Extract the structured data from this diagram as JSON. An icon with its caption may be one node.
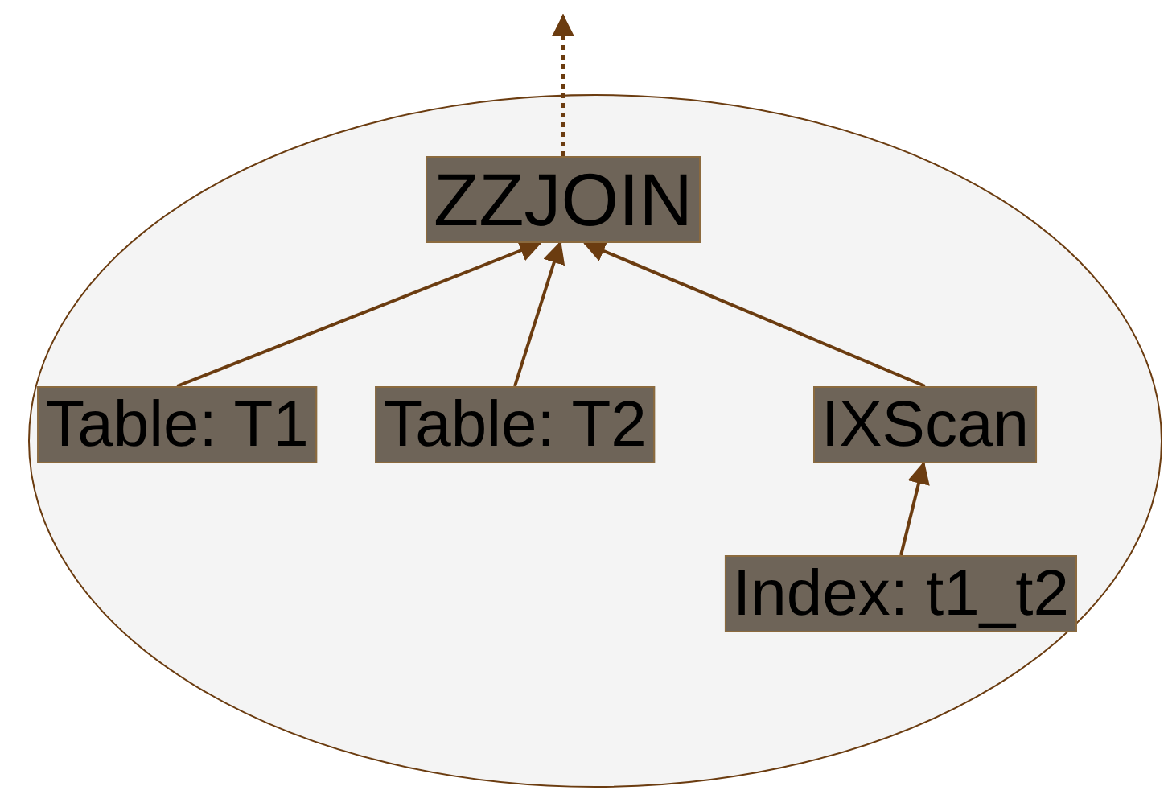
{
  "diagram": {
    "nodes": [
      {
        "text": [],
        "shape": "ellipse"
      },
      {
        "text": [
          "ZZJOIN"
        ],
        "in": 0
      },
      {
        "text": [
          "Table: T1"
        ],
        "in": 0
      },
      {
        "text": [
          "Table: T2"
        ],
        "in": 0
      },
      {
        "text": [
          "IXScan"
        ],
        "in": 0
      },
      {
        "text": [
          "Index: t1_t2"
        ],
        "in": 0
      }
    ],
    "edges": [
      {
        "from": 1,
        "to": null,
        "arrow": "to",
        "style": "dashed"
      },
      {
        "from": 2,
        "to": 1,
        "arrow": "to"
      },
      {
        "from": 3,
        "to": 1,
        "arrow": "to"
      },
      {
        "from": 4,
        "to": 1,
        "arrow": "to"
      },
      {
        "from": 5,
        "to": 4,
        "arrow": "to"
      }
    ]
  }
}
